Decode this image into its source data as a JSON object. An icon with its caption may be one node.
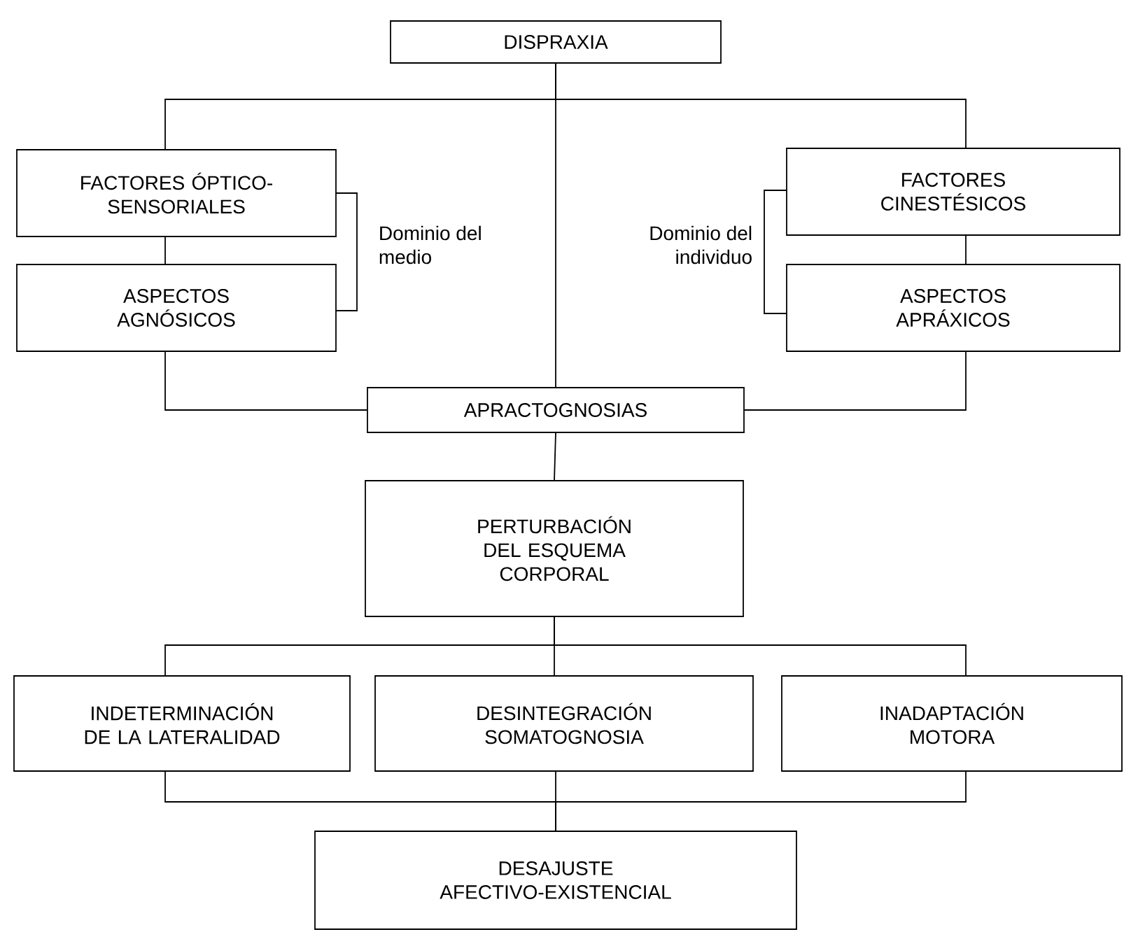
{
  "diagram": {
    "nodes": [
      {
        "text": [
          "DISPRAXIA"
        ]
      },
      {
        "text": [
          "FACTORES ÓPTICO-SENSORIALES"
        ]
      },
      {
        "text": [
          "ASPECTOS AGNÓSICOS"
        ]
      },
      {
        "text": [
          "FACTORES CINESTÉSICOS"
        ]
      },
      {
        "text": [
          "ASPECTOS APRÁXICOS"
        ]
      },
      {
        "text": [
          "APRACTOGNOSIAS"
        ]
      },
      {
        "text": [
          "PERTURBACIÓN DEL ESQUEMA CORPORAL"
        ]
      },
      {
        "text": [
          "INDETERMINACIÓN DE LA LATERALIDAD"
        ]
      },
      {
        "text": [
          "DESINTEGRACIÓN SOMATOGNOSIA"
        ]
      },
      {
        "text": [
          "INADAPTACIÓN MOTORA"
        ]
      },
      {
        "text": [
          "DESAJUSTE AFECTIVO-EXISTENCIAL"
        ]
      }
    ],
    "edges": [
      {
        "from": 0,
        "to": 1,
        "arrow": "none"
      },
      {
        "from": 0,
        "to": 3,
        "arrow": "none"
      },
      {
        "from": 0,
        "to": 5,
        "arrow": "none"
      },
      {
        "from": 1,
        "to": 2,
        "arrow": "none"
      },
      {
        "from": 3,
        "to": 4,
        "arrow": "none"
      },
      {
        "from": 2,
        "to": 5,
        "arrow": "none"
      },
      {
        "from": 4,
        "to": 5,
        "arrow": "none"
      },
      {
        "from": 5,
        "to": 6,
        "arrow": "none"
      },
      {
        "from": 6,
        "to": 7,
        "arrow": "none"
      },
      {
        "from": 6,
        "to": 8,
        "arrow": "none"
      },
      {
        "from": 6,
        "to": 9,
        "arrow": "none"
      },
      {
        "from": 7,
        "to": 10,
        "arrow": "none"
      },
      {
        "from": 8,
        "to": 10,
        "arrow": "none"
      },
      {
        "from": 9,
        "to": 10,
        "arrow": "none"
      }
    ],
    "labels": [
      "Dominio del medio",
      "Dominio del individuo"
    ]
  }
}
